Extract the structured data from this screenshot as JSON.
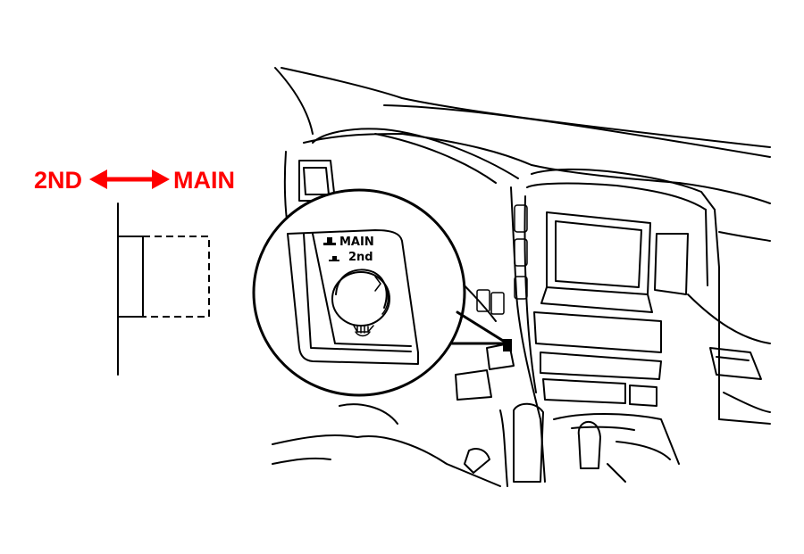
{
  "switch_diagram": {
    "label_left": "2ND",
    "label_right": "MAIN",
    "arrow_color": "#ff0000"
  },
  "callout": {
    "label_main": "MAIN",
    "label_second": "2nd"
  },
  "icons": {
    "double_arrow": "double-headed-arrow",
    "switch_knob": "rotary-knob"
  }
}
